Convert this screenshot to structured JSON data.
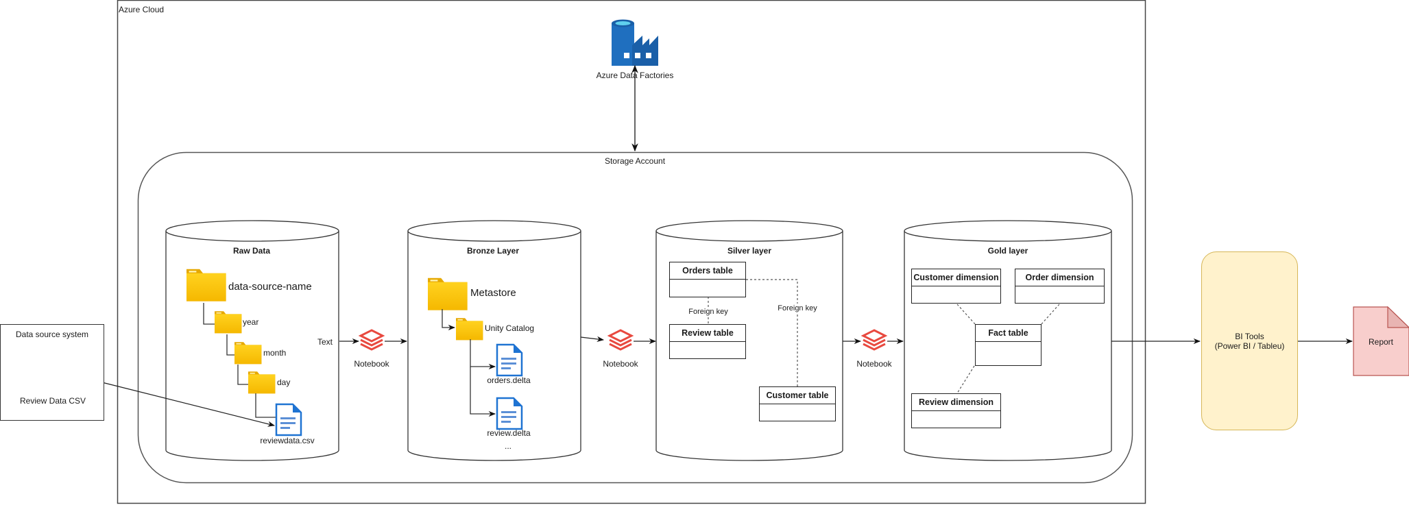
{
  "diagram": {
    "cloud": {
      "label": "Azure Cloud"
    },
    "orchestrator": {
      "label": "Azure Data Factories",
      "icon": "azure-data-factory-icon"
    },
    "storage": {
      "label": "Storage Account"
    },
    "source_system": {
      "title": "Data source system",
      "file": {
        "label": "Review Data CSV",
        "icon": "document-icon"
      }
    },
    "raw": {
      "title": "Raw Data",
      "folders": [
        {
          "label": "data-source-name",
          "icon": "folder-icon"
        },
        {
          "label": "year",
          "icon": "folder-icon"
        },
        {
          "label": "month",
          "icon": "folder-icon"
        },
        {
          "label": "day",
          "icon": "folder-icon"
        }
      ],
      "file": {
        "label": "reviewdata.csv",
        "icon": "document-icon"
      }
    },
    "edge_label_text": "Text",
    "notebooks": [
      {
        "label": "Notebook",
        "icon": "databricks-notebook-icon"
      },
      {
        "label": "Notebook",
        "icon": "databricks-notebook-icon"
      },
      {
        "label": "Notebook",
        "icon": "databricks-notebook-icon"
      }
    ],
    "bronze": {
      "title": "Bronze Layer",
      "metastore": "Metastore",
      "catalog": "Unity Catalog",
      "files": [
        "orders.delta",
        "review.delta"
      ],
      "ellipsis": "..."
    },
    "silver": {
      "title": "Silver layer",
      "tables": [
        "Orders table",
        "Review table",
        "Customer table"
      ],
      "relations": [
        "Foreign key",
        "Foreign key"
      ]
    },
    "gold": {
      "title": "Gold layer",
      "tables": [
        "Customer dimension",
        "Order dimension",
        "Fact table",
        "Review dimension"
      ]
    },
    "bi": {
      "line1": "BI Tools",
      "line2": "(Power BI / Tableu)"
    },
    "report": {
      "label": "Report"
    },
    "colors": {
      "folder": "#ffc000",
      "document": "#1e73d2",
      "notebook": "#e8493f",
      "adf": "#1f6fbf",
      "bi_fill": "#fff2cc",
      "bi_stroke": "#d6b656",
      "report_fill": "#f8cecc",
      "report_stroke": "#b85450"
    }
  }
}
